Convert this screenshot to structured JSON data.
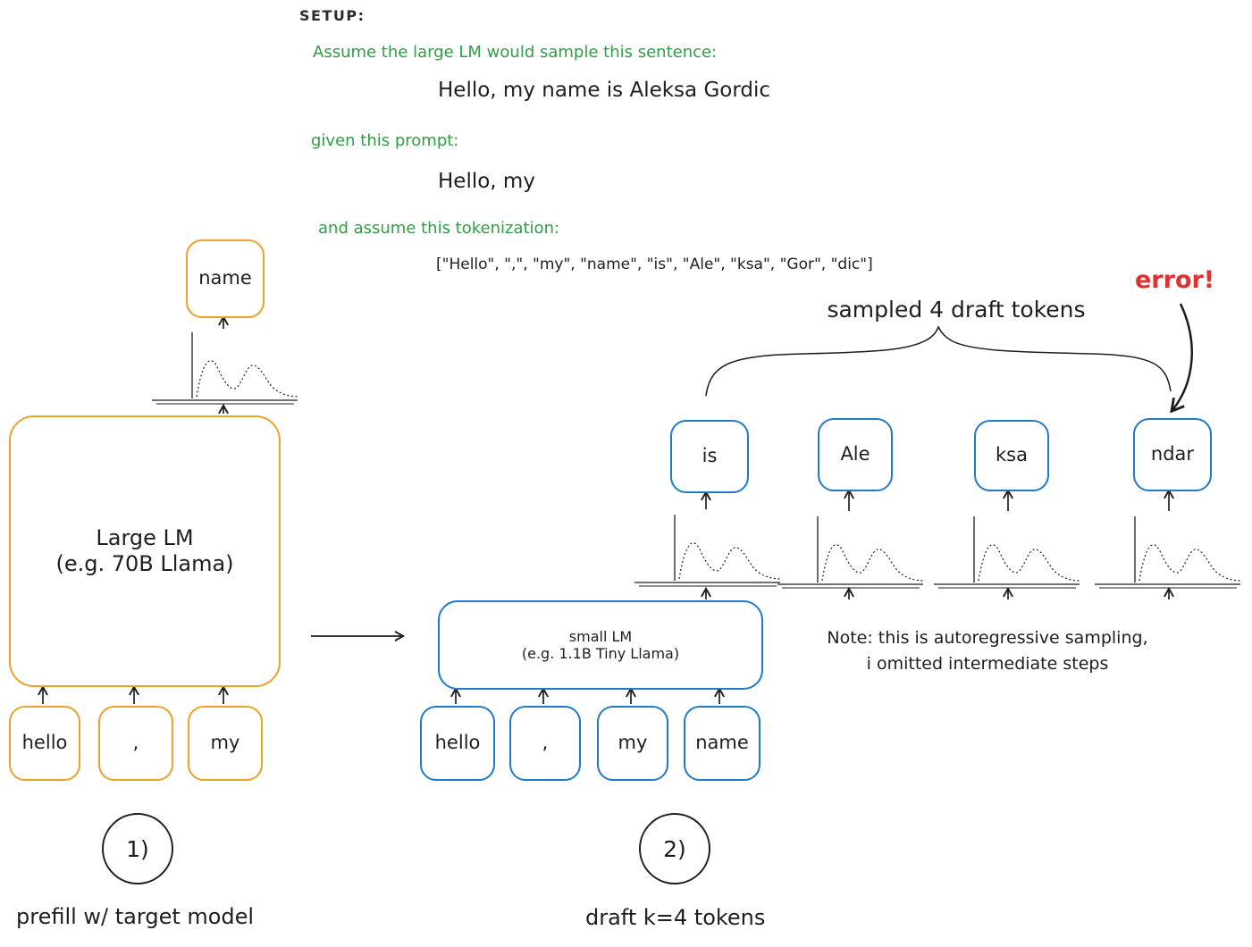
{
  "setup": {
    "title": "SETUP:",
    "assumption_label": "Assume the large LM would sample this sentence:",
    "sentence": "Hello, my name is Aleksa Gordic",
    "prompt_label": "given this prompt:",
    "prompt": "Hello, my",
    "tokenization_label": "and assume this tokenization:",
    "tokenization": "[\"Hello\", \",\", \"my\", \"name\", \"is\", \"Ale\", \"ksa\", \"Gor\", \"dic\"]"
  },
  "target_model": {
    "name_line1": "Large LM",
    "name_line2": "(e.g. 70B Llama)",
    "input_tokens": [
      "hello",
      ",",
      "my"
    ],
    "output_token": "name",
    "step_number": "1)",
    "caption": "prefill w/ target model"
  },
  "draft_model": {
    "name_line1": "small LM",
    "name_line2": "(e.g. 1.1B Tiny Llama)",
    "input_tokens": [
      "hello",
      ",",
      "my",
      "name"
    ],
    "draft_tokens": [
      "is",
      "Ale",
      "ksa",
      "ndar"
    ],
    "brace_label": "sampled 4 draft tokens",
    "error_label": "error!",
    "note_line1": "Note: this is autoregressive sampling,",
    "note_line2": "i omitted intermediate steps",
    "step_number": "2)",
    "caption": "draft k=4 tokens"
  },
  "colors": {
    "target_accent": "#eda129",
    "draft_accent": "#1f7ac9",
    "setup_green": "#2f9e44",
    "error_red": "#e03131",
    "ink": "#1e1e1e"
  }
}
